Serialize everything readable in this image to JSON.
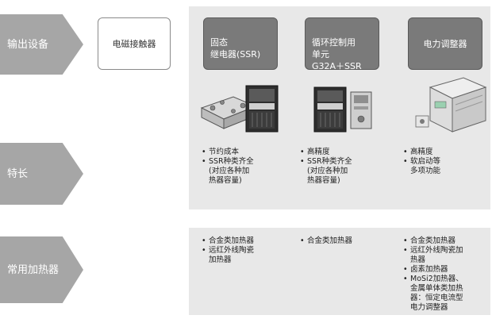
{
  "rows": {
    "output": "输出设备",
    "features": "特长",
    "heaters": "常用加热器"
  },
  "devices": {
    "contactor": "电磁接触器",
    "ssr": "固态\n继电器(SSR)",
    "g32a": "循环控制用\n单元\nG32A＋SSR",
    "power": "电力调整器"
  },
  "features": {
    "ssr": [
      "节约成本",
      "SSR种类齐全\n(对应各种加\n热器容量)"
    ],
    "g32a": [
      "高精度",
      "SSR种类齐全\n(对应各种加\n热器容量)"
    ],
    "power": [
      "高精度",
      "软启动等\n多项功能"
    ]
  },
  "heaters": {
    "ssr": [
      "合金类加热器",
      "远红外线陶瓷\n加热器"
    ],
    "g32a": [
      "合金类加热器"
    ],
    "power": [
      "合金类加热器",
      "远红外线陶瓷加\n热器",
      "卤素加热器",
      "MoSi2加热器、\n金属单体类加热\n器：恒定电流型\n电力调整器"
    ]
  },
  "colors": {
    "arrow": "#a6a6a6",
    "panel": "#e8e8e8",
    "dark_box": "#7a7a7a"
  }
}
